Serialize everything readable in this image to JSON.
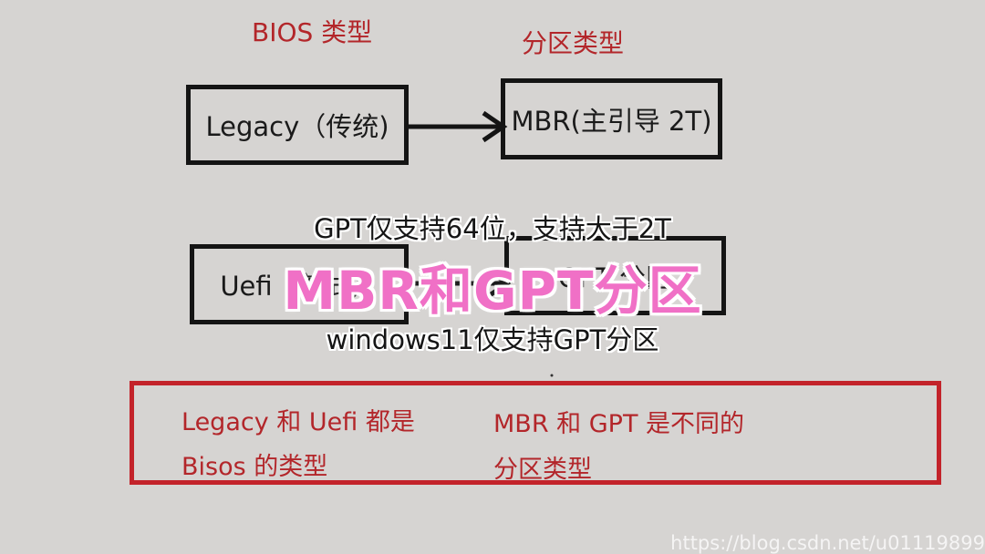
{
  "diagram": {
    "bios_heading": "BIOS 类型",
    "partition_heading": "分区类型",
    "legacy_box": "Legacy（传统)",
    "mbr_box": "MBR(主引导 2T)",
    "uefi_box": "Uefi（新式）",
    "gpt_box": "GPT 分区",
    "note_left_line1": "Legacy 和 Uefi 都是",
    "note_left_line2": "Bisos 的类型",
    "note_right_line1": "MBR 和 GPT 是不同的",
    "note_right_line2": "分区类型"
  },
  "overlay": {
    "line_top": "GPT仅支持64位，支持大于2T",
    "title": "MBR和GPT分区",
    "line_bottom": "windows11仅支持GPT分区"
  },
  "watermark": "https://blog.csdn.net/u01119899",
  "colors": {
    "background": "#d6d4d2",
    "red": "#b3262a",
    "title_pink": "#f070c6"
  }
}
